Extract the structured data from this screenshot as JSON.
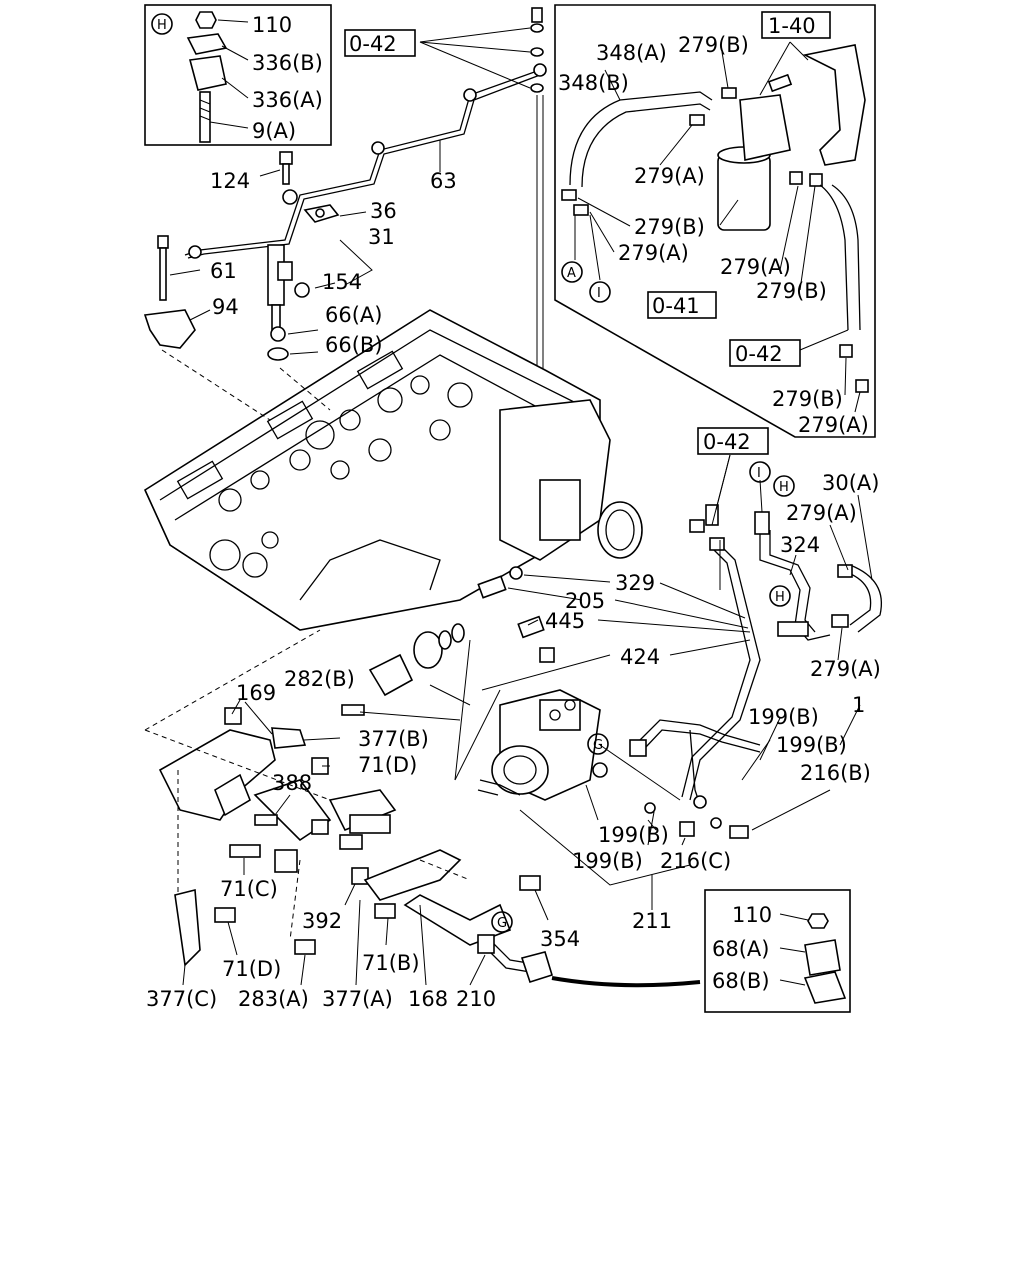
{
  "labels": {
    "l_110_top": "110",
    "l_336b": "336(B)",
    "l_336a": "336(A)",
    "l_9a": "9(A)",
    "l_124": "124",
    "l_63": "63",
    "l_36": "36",
    "l_31": "31",
    "l_154": "154",
    "l_61": "61",
    "l_94": "94",
    "l_66a": "66(A)",
    "l_66b": "66(B)",
    "l_348a": "348(A)",
    "l_279b_1": "279(B)",
    "l_348b": "348(B)",
    "l_279a_1": "279(A)",
    "l_279b_2": "279(B)",
    "l_279a_2": "279(A)",
    "l_279a_3": "279(A)",
    "l_279b_3": "279(B)",
    "l_279b_4": "279(B)",
    "l_279a_4": "279(A)",
    "l_30a": "30(A)",
    "l_279a_5": "279(A)",
    "l_324": "324",
    "l_279a_6": "279(A)",
    "l_329": "329",
    "l_205": "205",
    "l_445": "445",
    "l_424": "424",
    "l_1": "1",
    "l_199b_1": "199(B)",
    "l_199b_2": "199(B)",
    "l_216b": "216(B)",
    "l_282b": "282(B)",
    "l_169": "169",
    "l_377b": "377(B)",
    "l_71d_1": "71(D)",
    "l_388": "388",
    "l_199b_3": "199(B)",
    "l_199b_4": "199(B)",
    "l_216c": "216(C)",
    "l_211": "211",
    "l_71c": "71(C)",
    "l_392": "392",
    "l_71b": "71(B)",
    "l_354": "354",
    "l_71d_2": "71(D)",
    "l_377c": "377(C)",
    "l_283a": "283(A)",
    "l_377a": "377(A)",
    "l_168": "168",
    "l_210": "210",
    "l_110_bot": "110",
    "l_68a": "68(A)",
    "l_68b": "68(B)"
  },
  "refs": {
    "r_042_top": "0-42",
    "r_140": "1-40",
    "r_041": "0-41",
    "r_042_right": "0-42",
    "r_042_mid": "0-42"
  },
  "circles": {
    "c_h_top": "H",
    "c_a": "A",
    "c_i": "I",
    "c_i_mid": "I",
    "c_h_mid": "H",
    "c_h_low": "H",
    "c_g_mid": "G",
    "c_g_low": "G"
  }
}
